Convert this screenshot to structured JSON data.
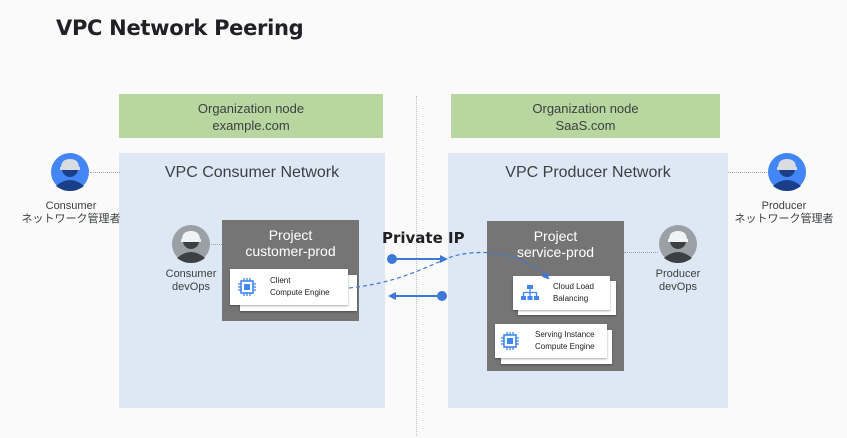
{
  "title": "VPC Network Peering",
  "left": {
    "org_node": {
      "line1": "Organization node",
      "line2": "example.com"
    },
    "vpc_title": "VPC Consumer Network",
    "project": {
      "line1": "Project",
      "line2": "customer-prod"
    },
    "client_card": {
      "line1": "Client",
      "line2": "Compute Engine",
      "icon": "compute-engine-icon"
    },
    "admin": {
      "line1": "Consumer",
      "line2": "ネットワーク管理者",
      "icon": "person-hardhat-icon"
    },
    "devops": {
      "line1": "Consumer",
      "line2": "devOps",
      "icon": "person-hardhat-icon"
    }
  },
  "right": {
    "org_node": {
      "line1": "Organization node",
      "line2": "SaaS.com"
    },
    "vpc_title": "VPC Producer Network",
    "project": {
      "line1": "Project",
      "line2": "service-prod"
    },
    "lb_card": {
      "line1": "Cloud Load",
      "line2": "Balancing",
      "icon": "cloud-load-balancing-icon"
    },
    "serving_card": {
      "line1": "Serving Instance",
      "line2": "Compute Engine",
      "icon": "compute-engine-icon"
    },
    "admin": {
      "line1": "Producer",
      "line2": "ネットワーク管理者",
      "icon": "person-hardhat-icon"
    },
    "devops": {
      "line1": "Producer",
      "line2": "devOps",
      "icon": "person-hardhat-icon"
    }
  },
  "connection": {
    "label": "Private IP"
  },
  "colors": {
    "org_node": "#b8d6a0",
    "vpc": "#dde8f4",
    "project": "#757575",
    "arrow": "#3b78d8",
    "person_blue": "#4285f4",
    "person_gray": "#5f6368"
  }
}
